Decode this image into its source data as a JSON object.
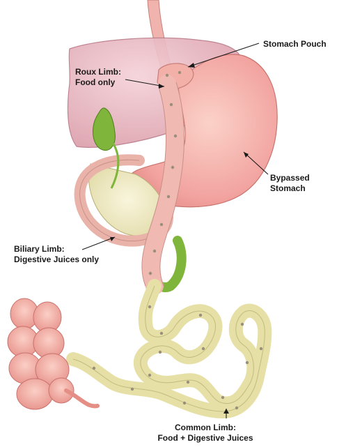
{
  "labels": {
    "stomach_pouch": "Stomach Pouch",
    "roux_limb": {
      "line1": "Roux Limb:",
      "line2": "Food only"
    },
    "bypassed_stomach": {
      "line1": "Bypassed",
      "line2": "Stomach"
    },
    "biliary_limb": {
      "line1": "Biliary Limb:",
      "line2": "Digestive Juices only"
    },
    "common_limb": {
      "line1": "Common Limb:",
      "line2": "Food + Digestive Juices"
    }
  },
  "colors": {
    "liver": "#e8b6c0",
    "stomach": "#f2a3a0",
    "roux_limb": "#f0b9b2",
    "gallbladder": "#7fb53a",
    "common_limb": "#e6e0a6",
    "colon": "#f0a29a",
    "leader_line": "#1a1a1a"
  }
}
